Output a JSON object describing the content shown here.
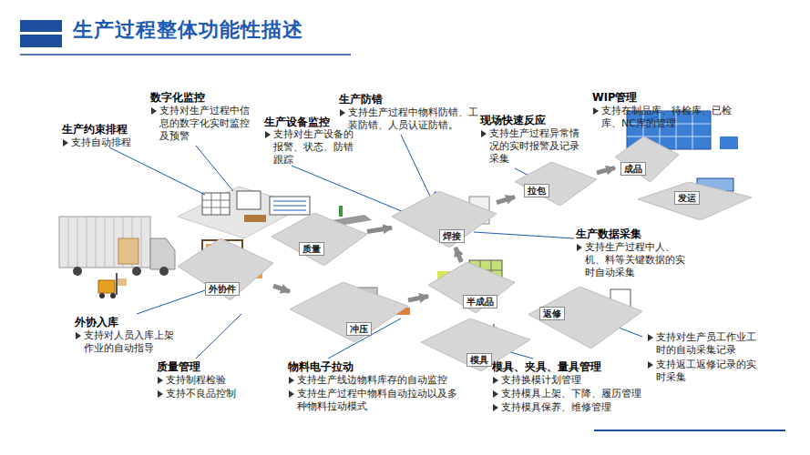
{
  "diagram": {
    "title": "生产过程整体功能性描述",
    "nodes": [
      {
        "text": [
          "外协件"
        ]
      },
      {
        "text": [
          "质量"
        ]
      },
      {
        "text": [
          "焊接"
        ]
      },
      {
        "text": [
          "冲压"
        ]
      },
      {
        "text": [
          "半成品"
        ]
      },
      {
        "text": [
          "模具"
        ]
      },
      {
        "text": [
          "返修"
        ]
      },
      {
        "text": [
          "拉包"
        ]
      },
      {
        "text": [
          "成品"
        ]
      },
      {
        "text": [
          "发运"
        ]
      }
    ],
    "edges": [
      {
        "from": 0,
        "to": 3,
        "arrow": "to"
      },
      {
        "from": 3,
        "to": 4,
        "arrow": "to"
      },
      {
        "from": 4,
        "to": 2,
        "arrow": "to"
      },
      {
        "from": 1,
        "to": 2,
        "arrow": "to"
      },
      {
        "from": 2,
        "to": 7,
        "arrow": "to"
      },
      {
        "from": 7,
        "to": 8,
        "arrow": "to"
      }
    ],
    "labels": [
      "生产约束排程",
      "支持自动排程",
      "数字化监控",
      "支持对生产过程中信息的数字化实时监控及预警",
      "生产设备监控",
      "支持对生产设备的报警、状态、防错跟踪",
      "生产防错",
      "支持生产过程中物料防错、工装防错、人员认证防错。",
      "现场快速反应",
      "支持生产过程异常情况的实时报警及记录采集",
      "WIP管理",
      "支持在制品库、待检库、已检库、NC库的管理",
      "生产数据采集",
      "支持生产过程中人、机、料等关键数据的实时自动采集",
      "支持对生产员工作业工时的自动采集记录",
      "支持返工返修记录的实时采集",
      "外协入库",
      "支持对人员入库上架作业的自动指导",
      "质量管理",
      "支持制程检验",
      "支持不良品控制",
      "物料电子拉动",
      "支持生产线边物料库存的自动监控",
      "支持生产过程中物料自动拉动以及多种物料拉动模式",
      "模具、夹具、量具管理",
      "支持换模计划管理",
      "支持模具上架、下降、履历管理",
      "支持模具保养、维修管理"
    ]
  }
}
